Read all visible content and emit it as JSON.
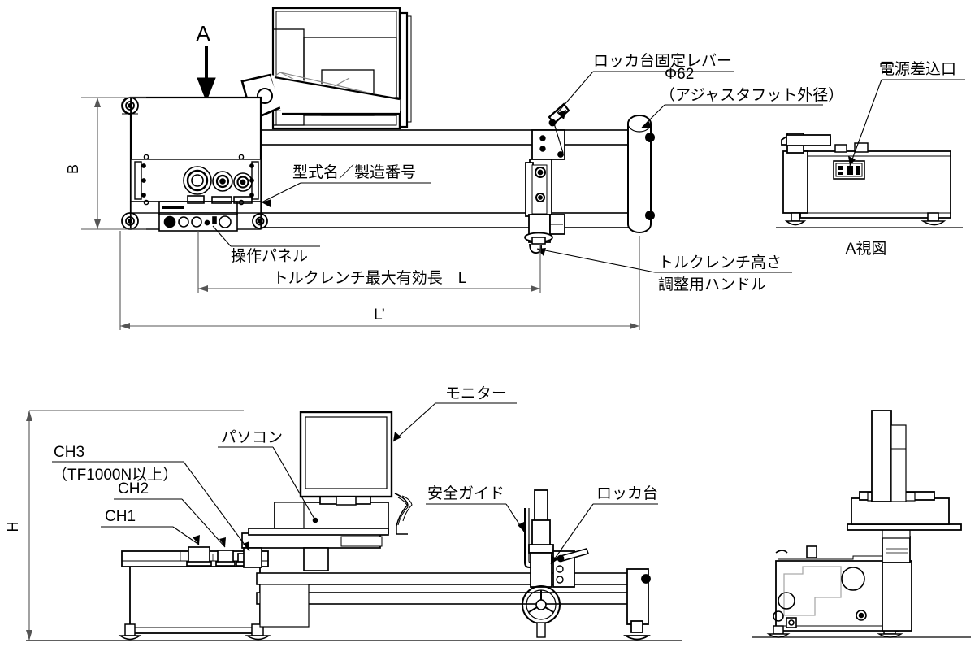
{
  "drawing": {
    "title": "torque-wrench-tester-outline-drawing",
    "line_color": "#000000",
    "background": "#ffffff"
  },
  "views": {
    "top_plan": {
      "name": "top-plan-view",
      "view_arrow_label": "A"
    },
    "view_a": {
      "name": "view-a",
      "caption": "A視図"
    },
    "front_elevation": {
      "name": "front-elevation-view"
    },
    "side_elevation": {
      "name": "side-elevation-view"
    }
  },
  "labels": {
    "rocker_lock_lever": "ロッカ台固定レバー",
    "adjuster_dia": "Φ62",
    "adjuster_dia_note": "（アジャスタフット外径）",
    "power_inlet": "電源差込口",
    "model_serial": "型式名／製造番号",
    "control_panel": "操作パネル",
    "height_adjust_handle_line1": "トルクレンチ高さ",
    "height_adjust_handle_line2": "調整用ハンドル",
    "monitor": "モニター",
    "pc": "パソコン",
    "safety_guide": "安全ガイド",
    "rocker_base": "ロッカ台",
    "ch1": "CH1",
    "ch2": "CH2",
    "ch3": "CH3",
    "ch3_note": "（TF1000N以上）"
  },
  "dimensions": {
    "B": "B",
    "H": "H",
    "L": "L",
    "L_prime": "L’",
    "max_effective_length": "トルクレンチ最大有効長　L"
  }
}
